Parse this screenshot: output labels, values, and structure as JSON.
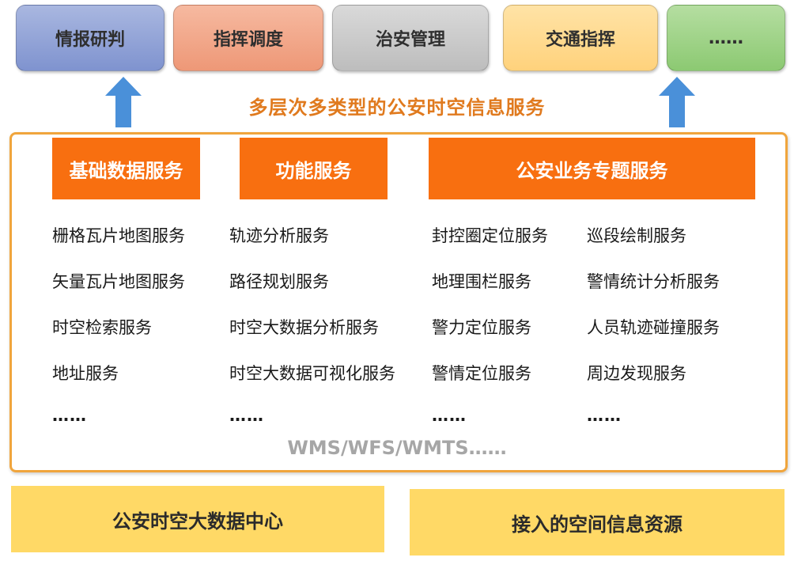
{
  "top_row": {
    "intel": "情报研判",
    "command": "指挥调度",
    "security": "治安管理",
    "traffic": "交通指挥",
    "more": "……"
  },
  "main_title": "多层次多类型的公安时空信息服务",
  "categories": {
    "basic": {
      "header": "基础数据服务",
      "items": [
        "栅格瓦片地图服务",
        "矢量瓦片地图服务",
        "时空检索服务",
        "地址服务",
        "……"
      ]
    },
    "function": {
      "header": "功能服务",
      "items": [
        "轨迹分析服务",
        "路径规划服务",
        "时空大数据分析服务",
        "时空大数据可视化服务",
        "……"
      ]
    },
    "topic": {
      "header": "公安业务专题服务",
      "items_a": [
        "封控圈定位服务",
        "地理围栏服务",
        "警力定位服务",
        "警情定位服务",
        "……"
      ],
      "items_b": [
        "巡段绘制服务",
        "警情统计分析服务",
        "人员轨迹碰撞服务",
        "周边发现服务",
        "……"
      ]
    }
  },
  "protocols": "WMS/WFS/WMTS……",
  "bottom_row": {
    "center": "公安时空大数据中心",
    "spatial": "接入的空间信息资源"
  },
  "colors": {
    "header_orange": "#f86f10",
    "title_orange": "#e07a1e",
    "frame_border": "#f0a53d",
    "arrow_blue": "#4a90d9",
    "bottom_yellow": "#ffd966"
  }
}
